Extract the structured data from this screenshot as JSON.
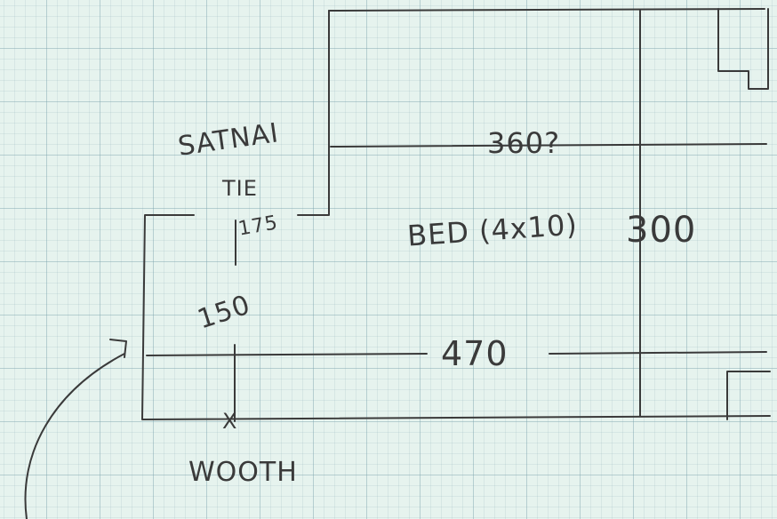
{
  "ink_color": "#3a3a3a",
  "labels": {
    "room_name": "SATNAI",
    "tie": "TIE",
    "tie_dim": "175",
    "width_150": "150",
    "bed": "BED (4x10)",
    "dim_360": "360?",
    "dim_300": "300",
    "dim_470": "470",
    "marker_x": "X",
    "wooth": "WOOTH"
  }
}
